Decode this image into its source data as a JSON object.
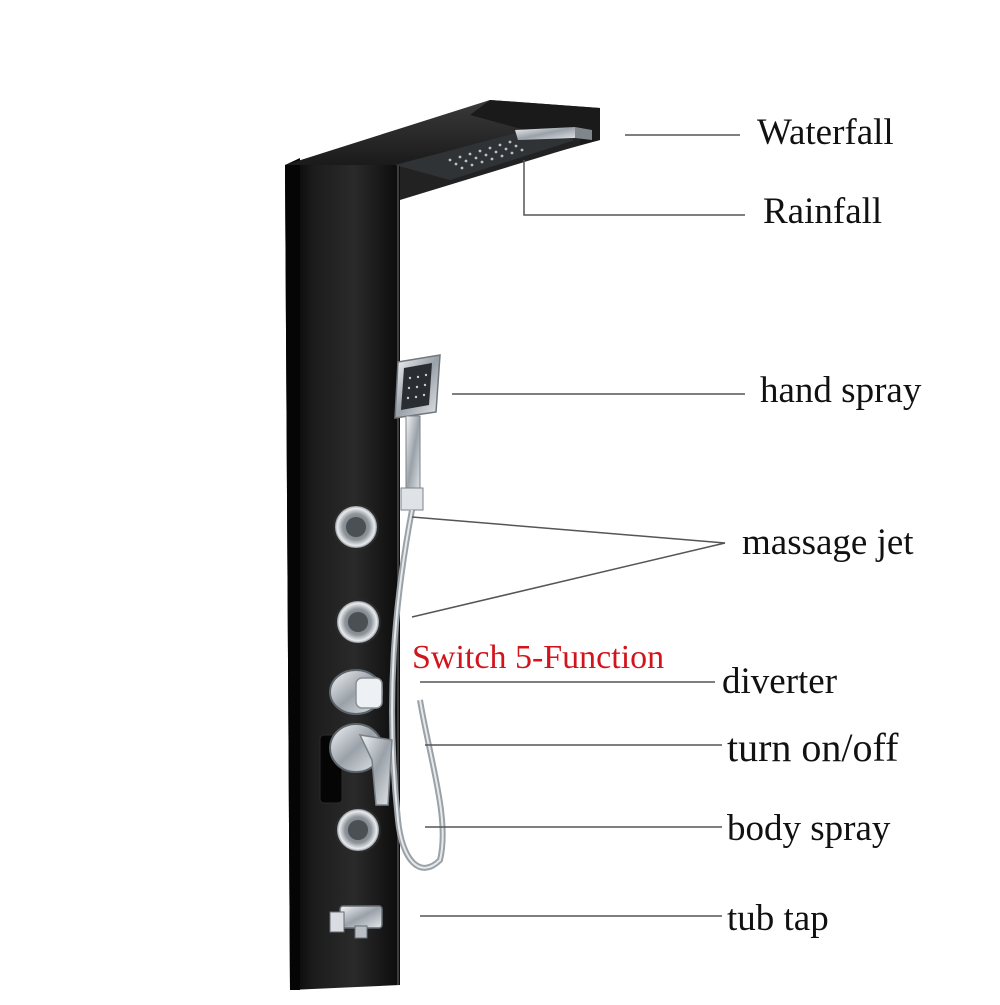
{
  "labels": {
    "waterfall": "Waterfall",
    "rainfall": "Rainfall",
    "hand_spray": "hand spray",
    "massage_jet": "massage jet",
    "switch_function": "Switch 5-Function",
    "diverter": "diverter",
    "turn_on_off": "turn on/off",
    "body_spray": "body spray",
    "tub_tap": "tub tap"
  },
  "colors": {
    "panel": "#141414",
    "chrome": "#c8cdd2",
    "highlight_text": "#d2141c",
    "leader_line": "#555555"
  }
}
